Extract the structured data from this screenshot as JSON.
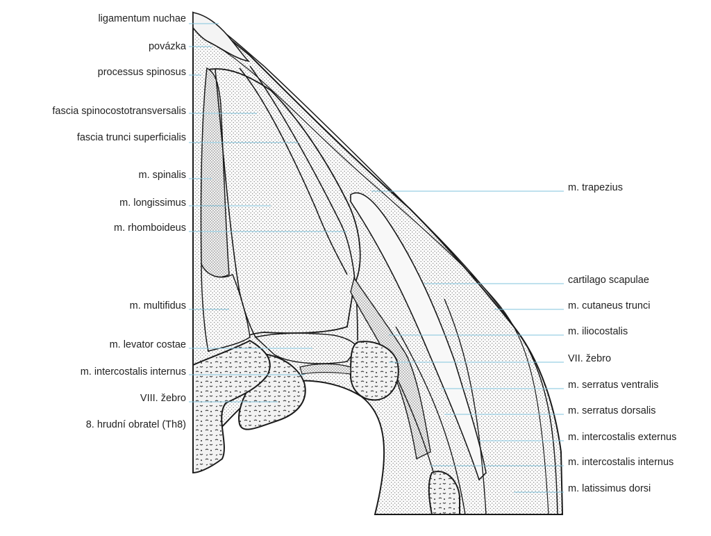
{
  "labels_left": [
    "ligamentum nuchae",
    "povázka",
    "processus spinosus",
    "fascia spinocostotransversalis",
    "fascia trunci superficialis",
    "m. spinalis",
    "m. longissimus",
    "m. rhomboideus",
    "m. multifidus",
    "m. levator costae",
    "m. intercostalis internus",
    "VIII. žebro",
    "8. hrudní obratel (Th8)"
  ],
  "labels_right": [
    "m. trapezius",
    "cartilago scapulae",
    "m. cutaneus trunci",
    "m. iliocostalis",
    "VII. žebro",
    "m. serratus ventralis",
    "m. serratus dorsalis",
    "m. intercostalis externus",
    "m. intercostalis internus",
    "m. latissimus dorsi"
  ],
  "colors": {
    "leader_line": "#7fc3dc",
    "outline": "#1a1a1a",
    "stipple": "#9a9a9a",
    "bone_fill": "#eeeeee",
    "text": "#222222"
  }
}
